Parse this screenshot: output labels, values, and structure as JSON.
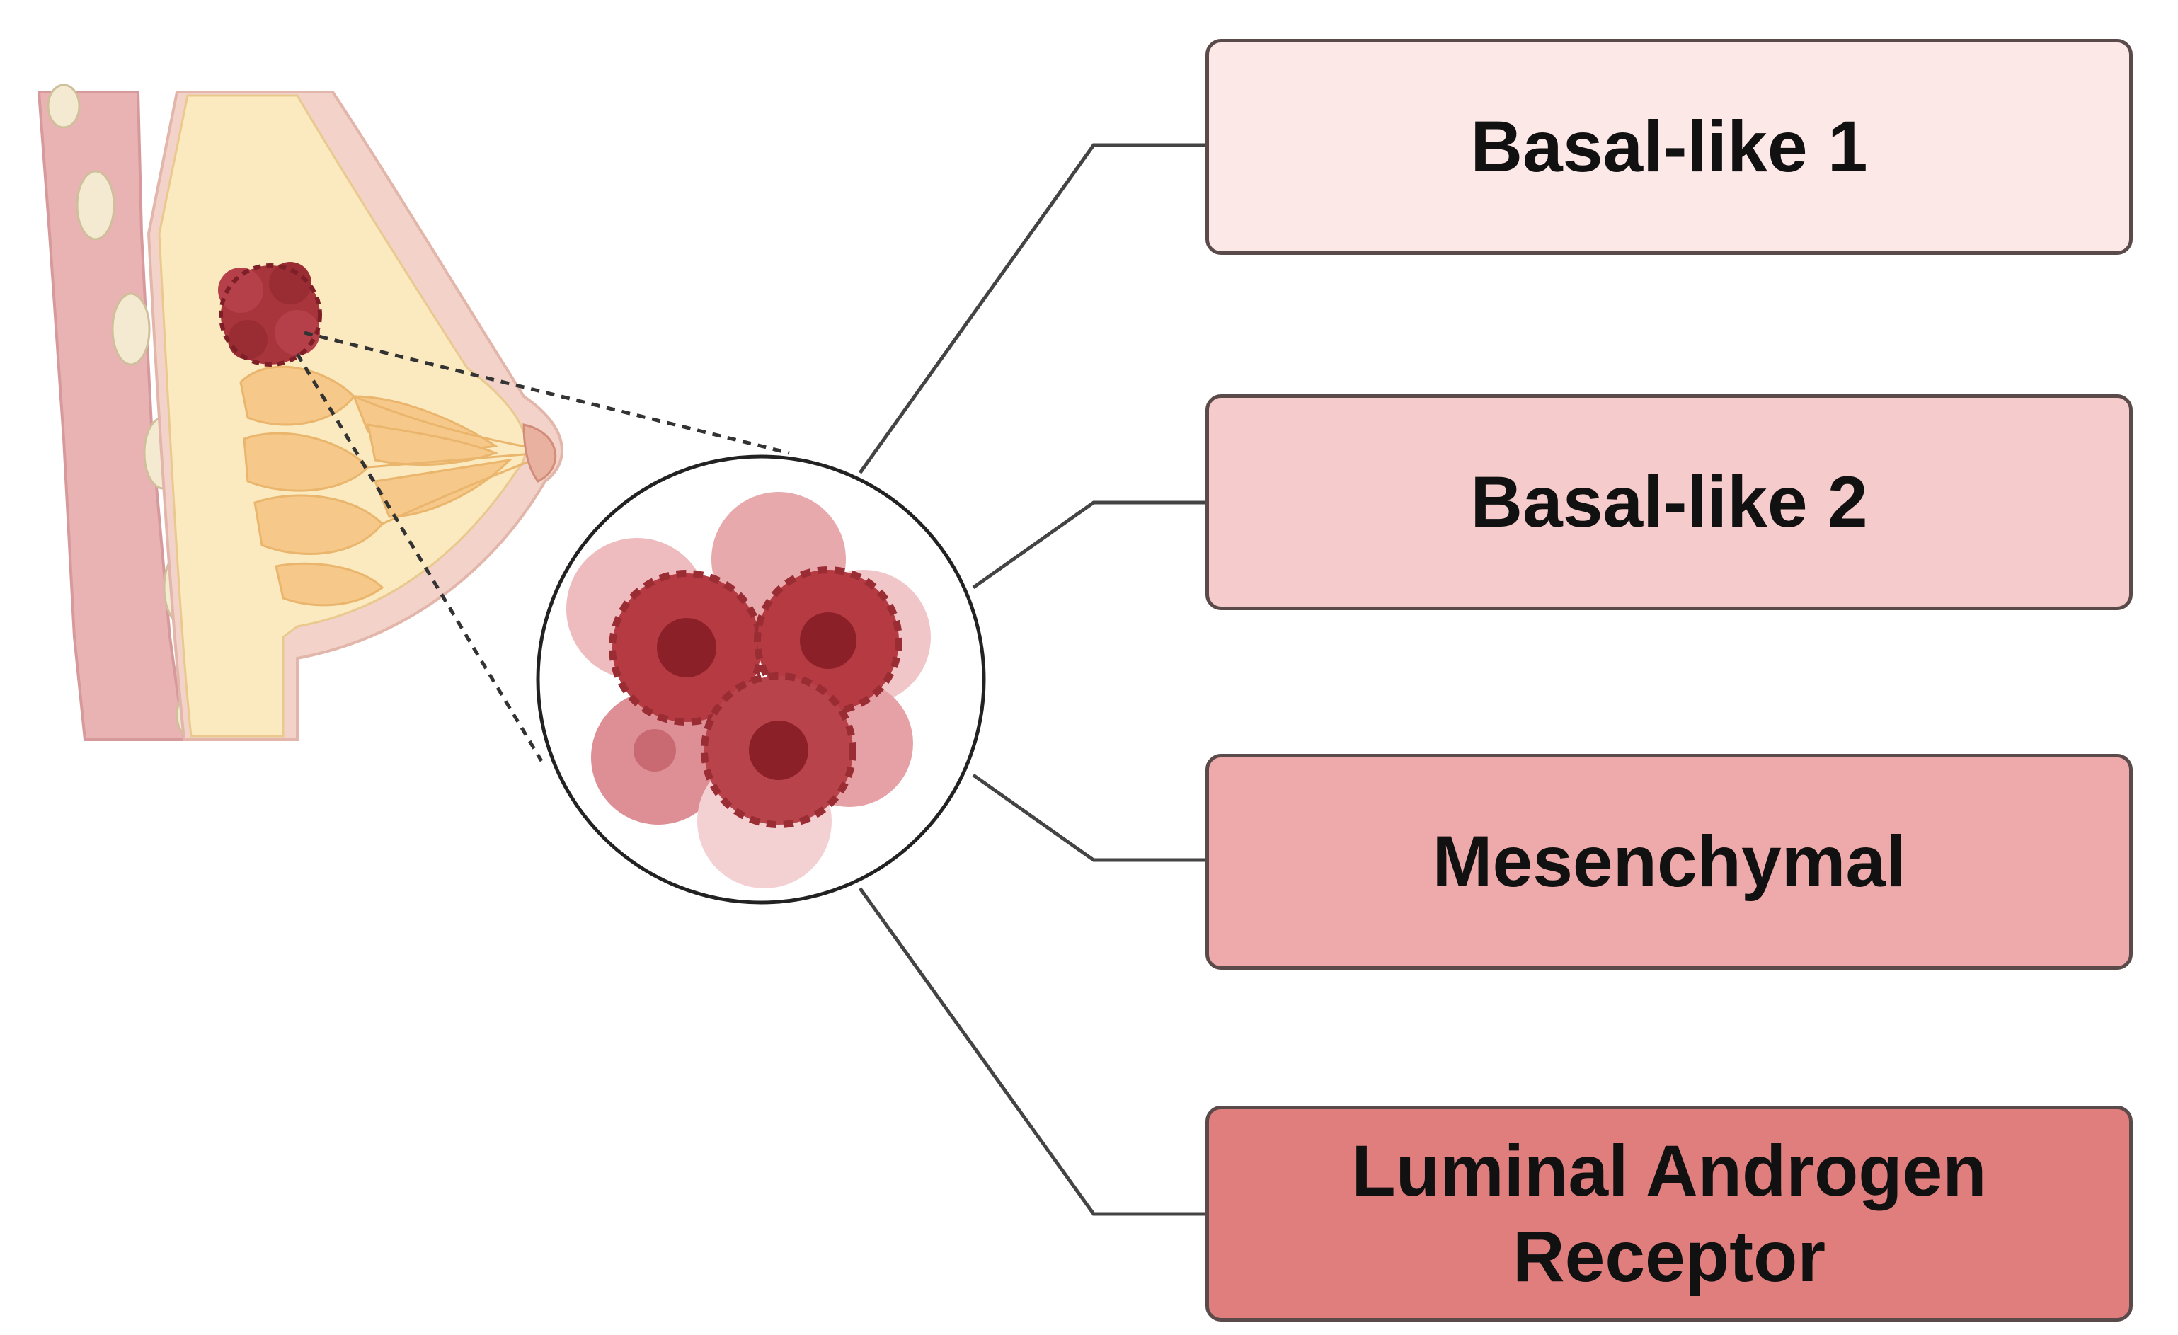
{
  "subtypes": [
    {
      "label": "Basal-like 1",
      "fill": "#fde8e8"
    },
    {
      "label": "Basal-like 2",
      "fill": "#f5cbcb"
    },
    {
      "label": "Mesenchymal",
      "fill": "#eeaaaa"
    },
    {
      "label": "Luminal Androgen\nReceptor",
      "fill": "#e07e7e"
    }
  ],
  "colors": {
    "skin_outer": "#e9b3b4",
    "skin_inner": "#f3d3c9",
    "fat": "#fbe9bf",
    "lobules": "#f6c98a",
    "tumor": "#a8343c",
    "cell_dark": "#b53a42",
    "cell_light": "#dd8f95",
    "connector": "#444444"
  },
  "icons": [
    "breast-anatomy-icon",
    "tumor-icon",
    "cell-cluster-icon"
  ]
}
